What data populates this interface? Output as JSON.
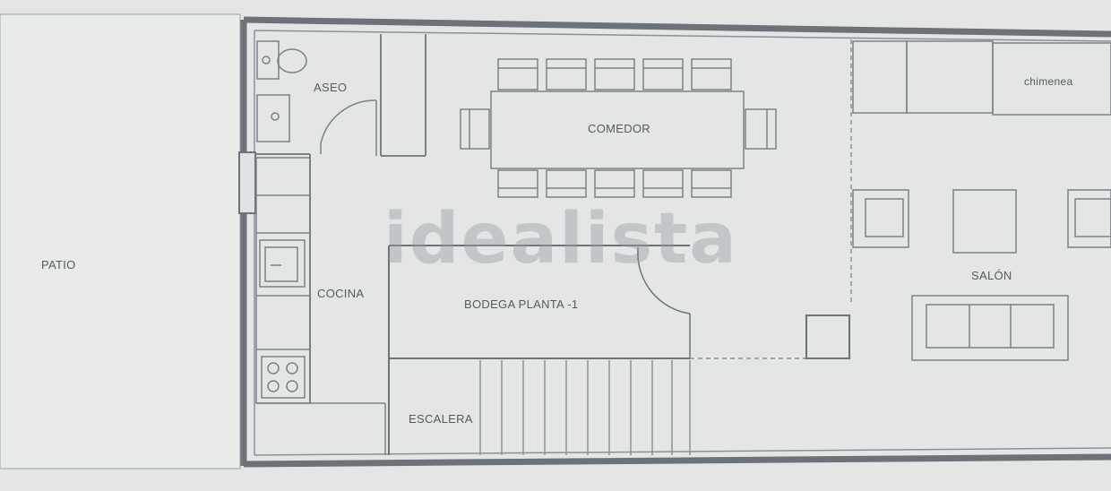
{
  "rooms": {
    "patio": "PATIO",
    "aseo": "ASEO",
    "comedor": "COMEDOR",
    "chimenea": "chimenea",
    "salon": "SALÓN",
    "cocina": "COCINA",
    "bodega": "BODEGA PLANTA -1",
    "escalera": "ESCALERA"
  },
  "watermark": "idealista",
  "colors": {
    "background": "#e4e6e6",
    "wall": "#6b7278",
    "line": "#8a9096",
    "label": "#555a5e",
    "watermark": "#9a9ea3"
  }
}
